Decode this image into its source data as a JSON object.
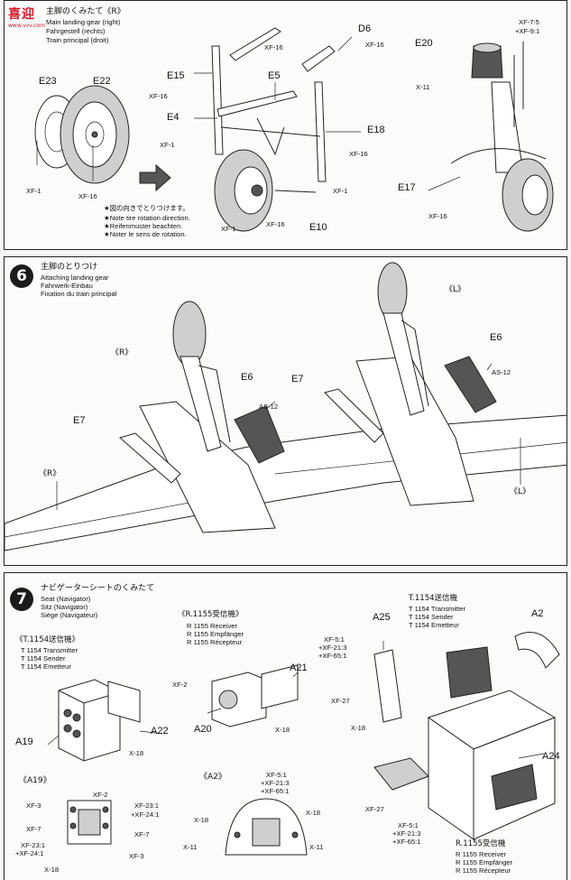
{
  "watermark": {
    "main": "喜迎",
    "sub": "www.vvv.com"
  },
  "step5": {
    "title_jp": "主脚のくみたて《R》",
    "title_en": "Main landing gear (right)",
    "title_de": "Fahrgestell (rechts)",
    "title_fr": "Train principal (droit)",
    "labels": {
      "e23": "E23",
      "e22": "E22",
      "xf1_a": "XF-1",
      "xf16_a": "XF-16",
      "e15": "E15",
      "xf16_b": "XF-16",
      "e4": "E4",
      "xf1_b": "XF-1",
      "xf16_c": "XF-16",
      "e5": "E5",
      "d6": "D6",
      "xf16_d": "XF-16",
      "e18": "E18",
      "xf16_e": "XF-16",
      "xf1_c": "XF-1",
      "xf1_d": "XF-1",
      "xf16_f": "XF-16",
      "e10": "E10",
      "e20": "E20",
      "xf75": "XF-7:5",
      "xf91": "+XF-9:1",
      "x11": "X-11",
      "e17": "E17",
      "xf16_g": "XF-16"
    },
    "notes": [
      "★図の向きでとりつけます。",
      "★Note tire rotation direction.",
      "★Reifenmuster beachten.",
      "★Noter le sens de rotation."
    ]
  },
  "step6": {
    "number": "6",
    "title_jp": "主脚のとりつけ",
    "title_en": "Attaching landing gear",
    "title_de": "Fahrwerk-Einbau",
    "title_fr": "Fixation du train principal",
    "labels": {
      "r_top": "《R》",
      "r_side": "《R》",
      "l_top": "《L》",
      "l_side": "《L》",
      "e6_r": "E6",
      "as12_r": "AS-12",
      "e7_r": "E7",
      "e6_l": "E6",
      "as12_l": "AS-12",
      "e7_l": "E7"
    }
  },
  "step7": {
    "number": "7",
    "title_jp": "ナビゲーターシートのくみたて",
    "title_en": "Seat (Navigator)",
    "title_de": "Sitz (Navigator)",
    "title_fr": "Siège (Navigateur)",
    "t1154_left": {
      "jp": "《T.1154送信機》",
      "en": "T 1154 Transmitter",
      "de": "T 1154 Sender",
      "fr": "T 1154 Emetteur"
    },
    "r1155_mid": {
      "jp": "《R.1155受信機》",
      "en": "R 1155 Receiver",
      "de": "R 1155 Empfänger",
      "fr": "R 1155 Récepteur"
    },
    "t1154_right": {
      "jp": "T.1154送信機",
      "en": "T 1154 Transmitter",
      "de": "T 1154 Sender",
      "fr": "T 1154 Emetteur"
    },
    "r1155_bottom": {
      "jp": "R.1155受信機",
      "en": "R 1155 Receiver",
      "de": "R 1155 Empfänger",
      "fr": "R 1155 Récepteur"
    },
    "labels": {
      "a19": "A19",
      "a22": "A22",
      "x18_a": "X-18",
      "a21": "A21",
      "xf2_a": "XF-2",
      "a20": "A20",
      "x18_b": "X-18",
      "a25": "A25",
      "xf51_a": "XF-5:1",
      "xf213_a": "+XF-21:3",
      "xf651_a": "+XF-65:1",
      "xf27_a": "XF-27",
      "x18_c": "X-18",
      "a2": "A2",
      "a24": "A24",
      "xf27_b": "XF-27",
      "xf51_b": "XF-5:1",
      "xf213_b": "+XF-21:3",
      "xf651_b": "+XF-65:1",
      "a19_sub": "《A19》",
      "xf3_a": "XF-3",
      "xf2_b": "XF-2",
      "xf231_a": "XF-23:1",
      "xf241_a": "+XF-24:1",
      "xf7_a": "XF-7",
      "xf7_b": "XF-7",
      "xf231_b": "XF-23:1",
      "xf241_b": "+XF-24:1",
      "xf3_b": "XF-3",
      "x18_d": "X-18",
      "a2_sub": "《A2》",
      "xf51_c": "XF-5:1",
      "xf213_c": "+XF-21:3",
      "xf651_c": "+XF-65:1",
      "x18_e": "X-18",
      "x18_f": "X-18",
      "x11_a": "X-11",
      "x11_b": "X-11"
    }
  }
}
